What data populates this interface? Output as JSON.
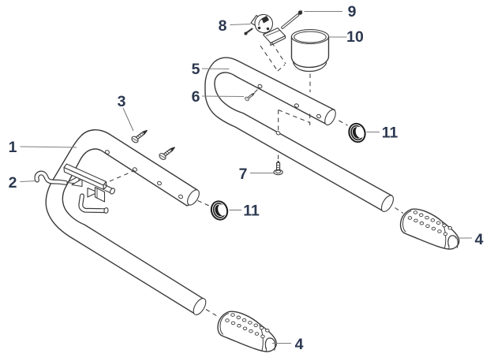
{
  "figure": {
    "type": "exploded-parts-diagram",
    "background": "#ffffff",
    "line_color": "#3a3a3a",
    "leader_color": "#7d7d7d",
    "label_color": "#2c3850",
    "callouts": [
      {
        "label": "1",
        "part": "front-handle-assembly"
      },
      {
        "label": "2",
        "part": "hook"
      },
      {
        "label": "3",
        "part": "screw-pair"
      },
      {
        "label": "4",
        "part": "grip-front"
      },
      {
        "label": "4",
        "part": "grip-rear"
      },
      {
        "label": "5",
        "part": "rear-handle-assembly"
      },
      {
        "label": "6",
        "part": "set-screw"
      },
      {
        "label": "7",
        "part": "screw"
      },
      {
        "label": "8",
        "part": "clamp"
      },
      {
        "label": "9",
        "part": "bolt"
      },
      {
        "label": "10",
        "part": "cup"
      },
      {
        "label": "11",
        "part": "end-cap-front"
      },
      {
        "label": "11",
        "part": "end-cap-rear"
      }
    ]
  }
}
